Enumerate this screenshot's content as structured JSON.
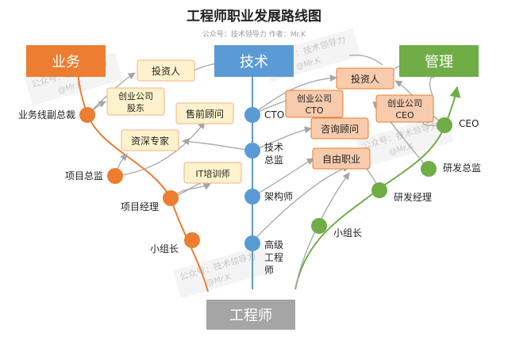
{
  "title": "工程师职业发展路线图",
  "subtitle": "公众号：技术领导力   作者：Mr.K",
  "categories": {
    "business": "业务",
    "technology": "技术",
    "management": "管理",
    "engineer": "工程师"
  },
  "business_path": {
    "vp": "业务线副总裁",
    "director": "项目总监",
    "manager": "项目经理",
    "leader": "小组长"
  },
  "tech_path": {
    "cto": "CTO",
    "director_line1": "技术",
    "director_line2": "总监",
    "architect": "架构师",
    "senior_line1": "高级",
    "senior_line2": "工程",
    "senior_line3": "师"
  },
  "management_path": {
    "ceo": "CEO",
    "rd_director": "研发总监",
    "rd_manager": "研发经理",
    "leader": "小组长"
  },
  "yellow_boxes": {
    "investor": "投资人",
    "startup_shareholder_line1": "创业公司",
    "startup_shareholder_line2": "股东",
    "presales": "售前顾问",
    "expert": "资深专家",
    "it_trainer": "IT培训师"
  },
  "salmon_boxes": {
    "investor": "投资人",
    "startup_cto_line1": "创业公司",
    "startup_cto_line2": "CTO",
    "startup_ceo_line1": "创业公司",
    "startup_ceo_line2": "CEO",
    "consultant": "咨询顾问",
    "freelance": "自由职业"
  },
  "watermarks": {
    "line1": "公众号：技术领导力",
    "line2": "@Mr.K"
  },
  "colors": {
    "business": "#ED7D31",
    "technology": "#5B9BD5",
    "management": "#70AD47",
    "engineer": "#A5A5A5",
    "yellow_fill": "#FFF2CC",
    "yellow_stroke": "#F4B183",
    "salmon_fill": "#F8CBAD",
    "salmon_stroke": "#ED7D31"
  }
}
